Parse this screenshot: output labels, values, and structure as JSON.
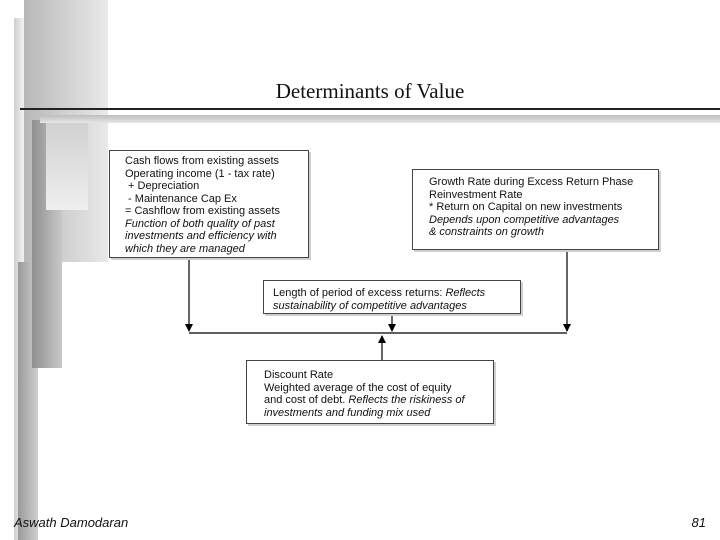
{
  "title": "Determinants of Value",
  "boxes": {
    "existing_assets": {
      "heading": "Cash flows from existing assets",
      "line1": "Operating income (1 - tax rate)",
      "line2": " + Depreciation",
      "line3": " - Maintenance Cap Ex",
      "line4": "= Cashflow from existing assets",
      "note1": "Function of both quality of past",
      "note2": "investments and efficiency with",
      "note3": "which they are managed"
    },
    "growth_rate": {
      "heading": "Growth Rate during Excess Return Phase",
      "line1": "Reinvestment Rate",
      "line2": "* Return on Capital on new investments",
      "note1": "Depends upon competitive advantages",
      "note2": "& constraints on growth"
    },
    "length_period": {
      "line1": "Length of period of excess returns: ",
      "line1_italic": "Reflects",
      "line2": "sustainability of competitive advantages"
    },
    "discount_rate": {
      "heading": "Discount Rate",
      "line1": "Weighted average of the cost of equity",
      "line2": "and cost of debt. ",
      "line2_italic": "Reflects the riskiness of",
      "line3": "investments and funding mix used"
    }
  },
  "footer": {
    "author": "Aswath Damodaran",
    "page_number": "81"
  },
  "colors": {
    "box_border": "#444444",
    "connector": "#000000",
    "decor_grey": "#9a9a9a"
  }
}
